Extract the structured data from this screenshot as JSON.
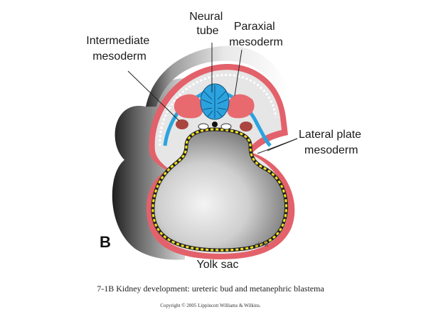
{
  "labels": {
    "neural_tube": [
      "Neural",
      "tube"
    ],
    "paraxial_mesoderm": [
      "Paraxial",
      "mesoderm"
    ],
    "intermediate_mesoderm": [
      "Intermediate",
      "mesoderm"
    ],
    "lateral_plate_mesoderm": [
      "Lateral plate",
      "mesoderm"
    ],
    "yolk_sac": "Yolk sac",
    "panel": "B",
    "signature": "elo-R"
  },
  "caption": "7-1B  Kidney development: ureteric bud and metanephric blastema",
  "copyright": "Copyright © 2005 Lippincott Williams & Wilkins.",
  "colors": {
    "ectoderm": "#e3616a",
    "neural_tube": "#2aa3df",
    "mesoderm": "#e86a6f",
    "endoderm_dots": "#f2e21e",
    "body_gray": "#9a9a9a"
  }
}
